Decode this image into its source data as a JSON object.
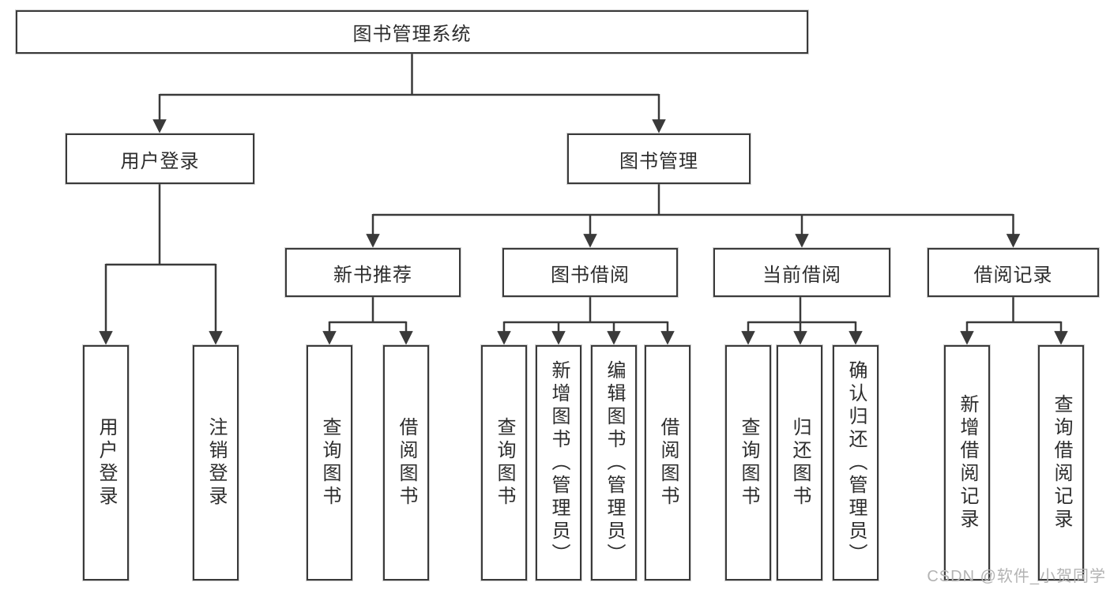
{
  "diagram": {
    "type": "hierarchy-tree",
    "orientation": "top-down"
  },
  "tree": {
    "label": "图书管理系统",
    "children": [
      {
        "label": "用户登录",
        "children": [
          {
            "label": "用户登录"
          },
          {
            "label": "注销登录"
          }
        ]
      },
      {
        "label": "图书管理",
        "children": [
          {
            "label": "新书推荐",
            "children": [
              {
                "label": "查询图书"
              },
              {
                "label": "借阅图书"
              }
            ]
          },
          {
            "label": "图书借阅",
            "children": [
              {
                "label": "查询图书"
              },
              {
                "label": "新增图书（管理员）"
              },
              {
                "label": "编辑图书（管理员）"
              },
              {
                "label": "借阅图书"
              }
            ]
          },
          {
            "label": "当前借阅",
            "children": [
              {
                "label": "查询图书"
              },
              {
                "label": "归还图书"
              },
              {
                "label": "确认归还（管理员）"
              }
            ]
          },
          {
            "label": "借阅记录",
            "children": [
              {
                "label": "新增借阅记录"
              },
              {
                "label": "查询借阅记录"
              }
            ]
          }
        ]
      }
    ]
  },
  "watermark": {
    "text": "CSDN @软件_小贺同学"
  },
  "colors": {
    "line": "#3a3a3a",
    "text": "#2d2d2d",
    "watermark": "#b3b3b3",
    "background": "#ffffff"
  }
}
